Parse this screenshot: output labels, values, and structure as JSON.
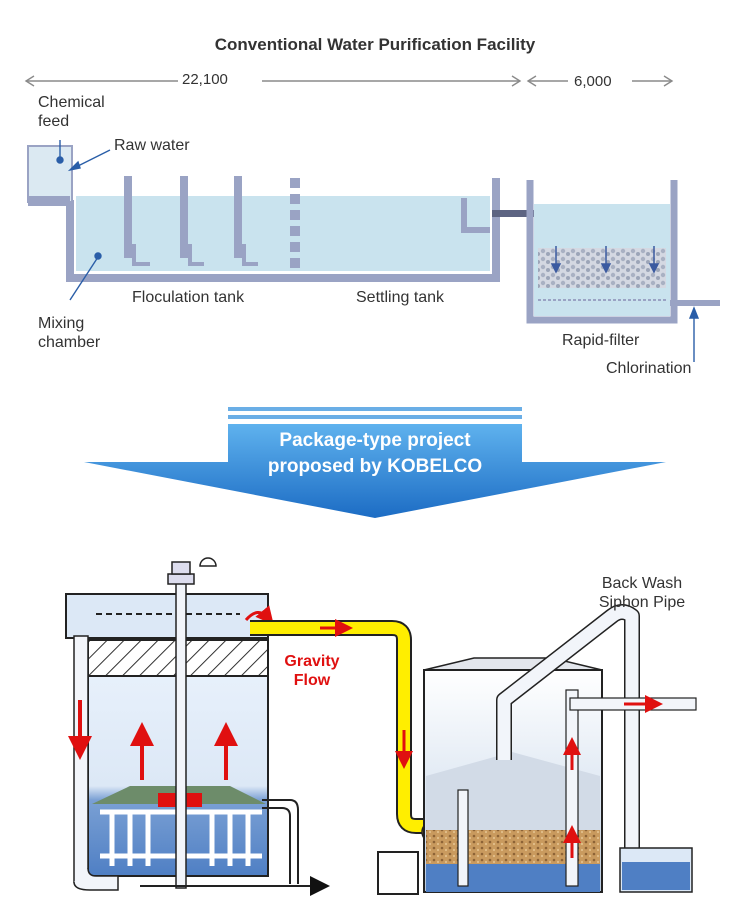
{
  "top": {
    "title": "Conventional Water Purification Facility",
    "dim_main": "22,100",
    "dim_filter": "6,000",
    "labels": {
      "chemical_feed": "Chemical\nfeed",
      "raw_water": "Raw water",
      "floculation_tank": "Floculation tank",
      "settling_tank": "Settling tank",
      "mixing_chamber": "Mixing\nchamber",
      "rapid_filter": "Rapid-filter",
      "chlorination": "Chlorination"
    }
  },
  "banner": {
    "line1": "Package-type project",
    "line2": "proposed by KOBELCO"
  },
  "bottom": {
    "gravity_flow": "Gravity\nFlow",
    "back_wash": "Back Wash\nSiphon Pipe"
  },
  "colors": {
    "water": "#c9e3ee",
    "tank_wall": "#9aa3c4",
    "banner": "#2a7fd0",
    "flow_arrow": "#e01010",
    "gravity_pipe": "#ffee00",
    "filter_media": "#c99a5e"
  }
}
